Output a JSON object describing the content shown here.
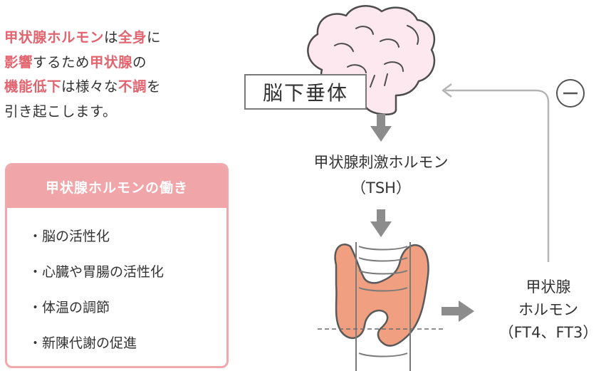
{
  "intro": {
    "line1_hl1": "甲状腺ホルモン",
    "line1_t1": "は",
    "line1_hl2": "全身",
    "line1_t2": "に",
    "line2_hl1": "影響",
    "line2_t1": "するため",
    "line2_hl2": "甲状腺",
    "line2_t2": "の",
    "line3_hl1": "機能低下",
    "line3_t1": "は様々な",
    "line3_hl2": "不調",
    "line3_t2": "を",
    "line4": "引き起こします。"
  },
  "functions": {
    "title": "甲状腺ホルモンの働き",
    "items": [
      "・脳の活性化",
      "・心臓や胃腸の活性化",
      "・体温の調節",
      "・新陳代謝の促進"
    ]
  },
  "diagram": {
    "pituitary_label": "脳下垂体",
    "tsh_line1": "甲状腺刺激ホルモン",
    "tsh_line2": "（TSH）",
    "thyroid_hormone_line1": "甲状腺",
    "thyroid_hormone_line2": "ホルモン",
    "thyroid_hormone_line3": "（FT4、FT3）",
    "feedback_symbol": "−"
  },
  "colors": {
    "accent": "#e2646f",
    "box_border": "#f0a8ad",
    "box_header": "#f0a5a9",
    "brain_fill": "#fce8ee",
    "thyroid_fill": "#f0a080",
    "arrow_gray": "#8c8c8c"
  }
}
